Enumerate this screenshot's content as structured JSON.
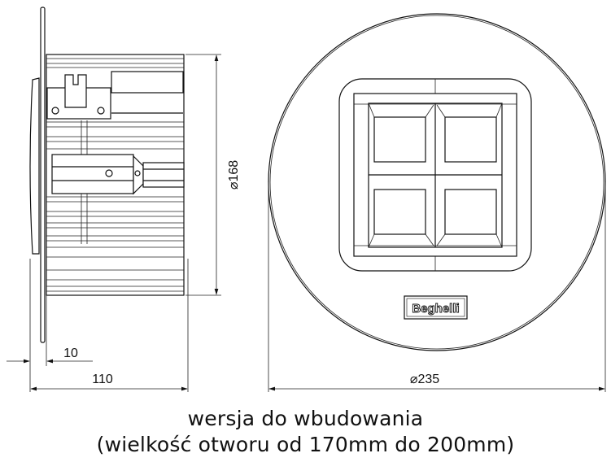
{
  "dimensions": {
    "body_diameter": "168",
    "flange_thickness": "10",
    "depth": "110",
    "outer_diameter": "235",
    "diameter_symbol": "⌀"
  },
  "logo": {
    "brand": "Beghelli"
  },
  "caption": {
    "line1": "wersja do wbudowania",
    "line2": "(wielkość otworu od 170mm do 200mm)"
  }
}
